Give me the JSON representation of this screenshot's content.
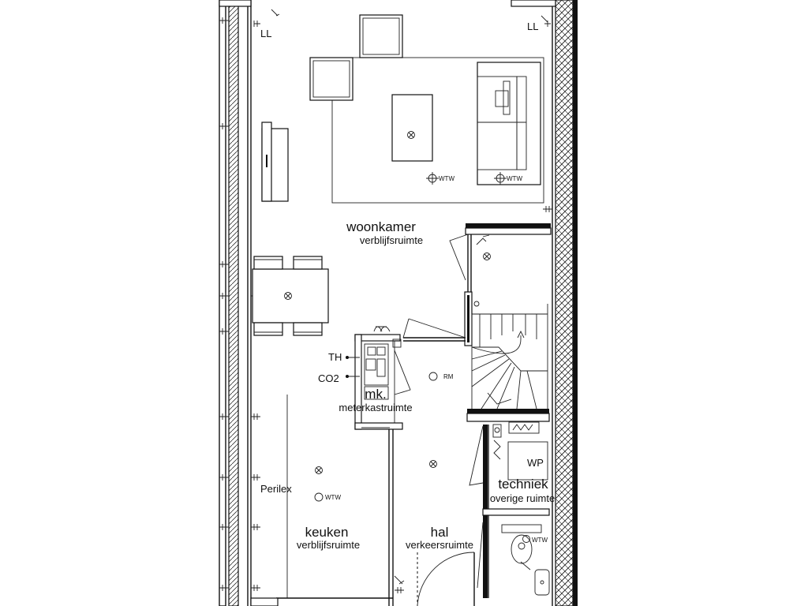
{
  "rooms": {
    "woonkamer": {
      "name": "woonkamer",
      "type": "verblijfsruimte"
    },
    "meterkast": {
      "name": "mk.",
      "type": "meterkastruimte"
    },
    "keuken": {
      "name": "keuken",
      "type": "verblijfsruimte"
    },
    "hal": {
      "name": "hal",
      "type": "verkeersruimte"
    },
    "techniek": {
      "name": "techniek",
      "type": "overige ruimte"
    }
  },
  "labels": {
    "ll_left": "LL",
    "ll_right": "LL",
    "th": "TH",
    "co2": "CO2",
    "rm": "RM",
    "wp": "WP",
    "perilex": "Perilex",
    "wtw": "WTW"
  },
  "colors": {
    "line": "#111111",
    "background": "#ffffff"
  }
}
